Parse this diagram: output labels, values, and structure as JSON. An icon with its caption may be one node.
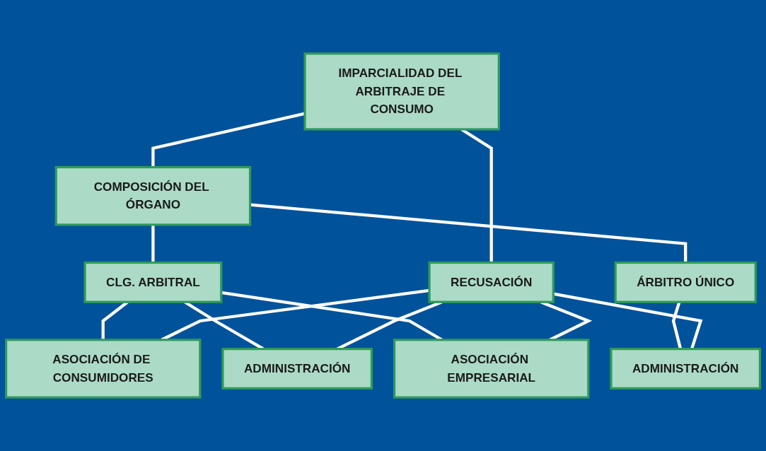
{
  "diagram": {
    "nodes": [
      {
        "text": [
          "IMPARCIALIDAD DEL ARBITRAJE DE CONSUMO"
        ]
      },
      {
        "text": [
          "COMPOSICIÓN DEL ÓRGANO"
        ]
      },
      {
        "text": [
          "RECUSACIÓN"
        ]
      },
      {
        "text": [
          "CLG. ARBITRAL"
        ]
      },
      {
        "text": [
          "ÁRBITRO ÚNICO"
        ]
      },
      {
        "text": [
          "ASOCIACIÓN DE CONSUMIDORES"
        ]
      },
      {
        "text": [
          "ADMINISTRACIÓN"
        ]
      },
      {
        "text": [
          "ASOCIACIÓN EMPRESARIAL"
        ]
      },
      {
        "text": [
          "ADMINISTRACIÓN"
        ]
      }
    ],
    "edges": [
      {
        "from": 0,
        "to": 1,
        "arrow": "none"
      },
      {
        "from": 0,
        "to": 2,
        "arrow": "none"
      },
      {
        "from": 1,
        "to": 3,
        "arrow": "none"
      },
      {
        "from": 1,
        "to": 4,
        "arrow": "none"
      },
      {
        "from": 3,
        "to": 5,
        "arrow": "none"
      },
      {
        "from": 3,
        "to": 6,
        "arrow": "none"
      },
      {
        "from": 3,
        "to": 7,
        "arrow": "none"
      },
      {
        "from": 4,
        "to": 8,
        "arrow": "none"
      },
      {
        "from": 2,
        "to": 5,
        "arrow": "none"
      },
      {
        "from": 2,
        "to": 6,
        "arrow": "none"
      },
      {
        "from": 2,
        "to": 7,
        "arrow": "none"
      },
      {
        "from": 2,
        "to": 8,
        "arrow": "none"
      }
    ]
  }
}
